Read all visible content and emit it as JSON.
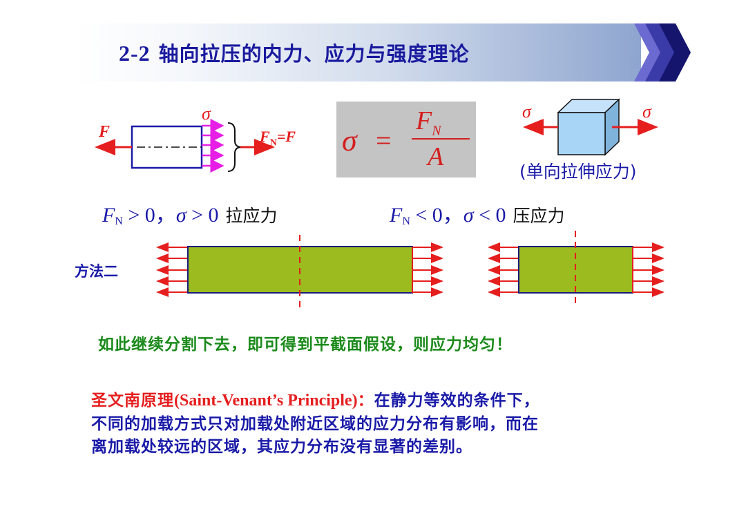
{
  "header": {
    "number": "2-2",
    "title": "轴向拉压的内力、应力与强度理论"
  },
  "figure_top_left": {
    "force_label": "F",
    "sigma_label": "σ",
    "fn_label_f": "F",
    "fn_label_sub": "N",
    "fn_label_eq": "=F"
  },
  "formula": {
    "lhs": "σ",
    "equals": "=",
    "numerator": "F",
    "numerator_sub": "N",
    "denominator": "A"
  },
  "figure_top_right": {
    "sigma_left": "σ",
    "sigma_right": "σ",
    "caption": "(单向拉伸应力)"
  },
  "conditions": {
    "tension": {
      "f": "F",
      "f_sub": "N",
      "expr1": " > 0，",
      "sigma": "σ",
      "expr2": " > 0",
      "label": "拉应力"
    },
    "compression": {
      "f": "F",
      "f_sub": "N",
      "expr1": " < 0，",
      "sigma": "σ",
      "expr2": " < 0",
      "label": "压应力"
    }
  },
  "method_label": "方法二",
  "conclusion": "如此继续分割下去，即可得到平截面假设，则应力均匀！",
  "principle": {
    "term": "圣文南原理",
    "term_en": "(Saint-Venant’s Principle)",
    "colon": "：",
    "line1_rest": "在静力等效的条件下，",
    "line2": "不同的加载方式只对加载处附近区域的应力分布有影响，而在",
    "line3": "离加载处较远的区域，其应力分布没有显著的差别。"
  },
  "colors": {
    "title_blue": "#1a1a9e",
    "text_blue": "#1a1aa8",
    "red": "#e51e1e",
    "magenta": "#e61ee6",
    "green_text": "#1a8a1a",
    "bar_fill": "#9bbb1e",
    "cube_face": "#a8d4f5"
  }
}
